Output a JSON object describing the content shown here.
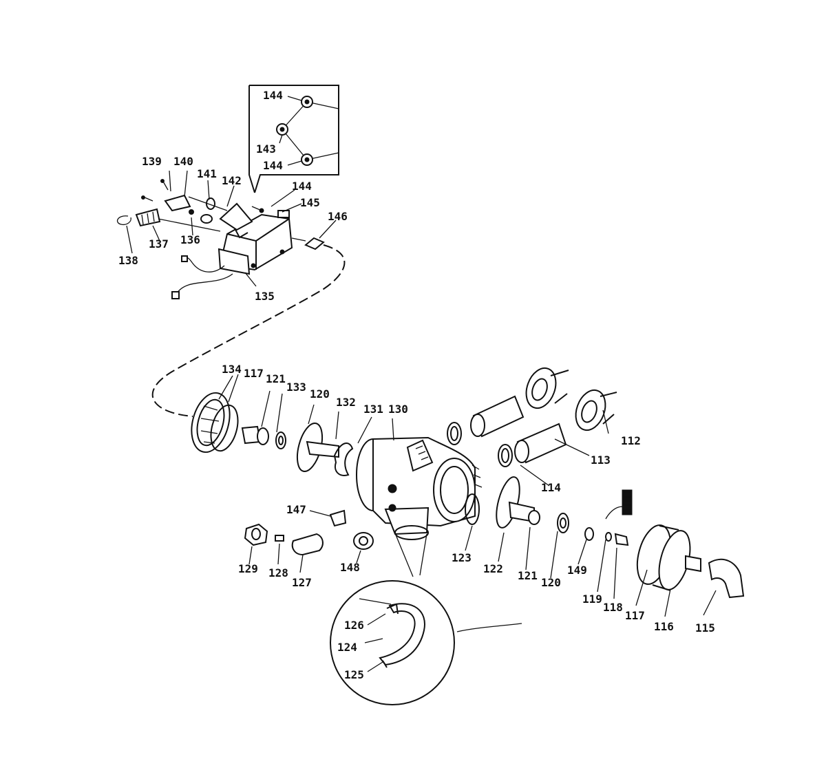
{
  "part_labels": {
    "p112": "112",
    "p113": "113",
    "p114": "114",
    "p115": "115",
    "p116": "116",
    "p117a": "117",
    "p117b": "117",
    "p118": "118",
    "p119": "119",
    "p120a": "120",
    "p120b": "120",
    "p121a": "121",
    "p121b": "121",
    "p122": "122",
    "p123": "123",
    "p124": "124",
    "p125": "125",
    "p126": "126",
    "p127": "127",
    "p128": "128",
    "p129": "129",
    "p130": "130",
    "p131": "131",
    "p132": "132",
    "p133": "133",
    "p134": "134",
    "p135": "135",
    "p136": "136",
    "p137": "137",
    "p138": "138",
    "p139": "139",
    "p140": "140",
    "p141": "141",
    "p142": "142",
    "p143": "143",
    "p144a": "144",
    "p144b": "144",
    "p144c": "144",
    "p145": "145",
    "p146": "146",
    "p147": "147",
    "p148": "148",
    "p149": "149"
  }
}
